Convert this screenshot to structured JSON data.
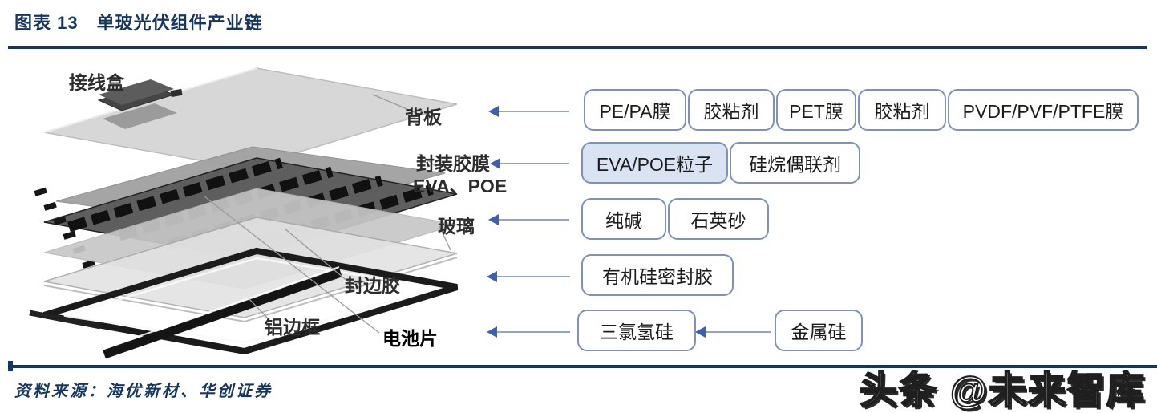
{
  "header": {
    "title": "图表 13　单玻光伏组件产业链"
  },
  "diagram": {
    "labels": {
      "junction_box": "接线盒",
      "backsheet": "背板",
      "encap_film_line1": "封装胶膜",
      "encap_film_line2": "EVA、POE",
      "glass": "玻璃",
      "edge_sealant": "封边胶",
      "aluminum_frame": "铝边框",
      "cell": "电池片"
    }
  },
  "chain": {
    "backsheet_row": [
      "PE/PA膜",
      "胶粘剂",
      "PET膜",
      "胶粘剂",
      "PVDF/PVF/PTFE膜"
    ],
    "encap_row": [
      "EVA/POE粒子",
      "硅烷偶联剂"
    ],
    "glass_row": [
      "纯碱",
      "石英砂"
    ],
    "sealant_row": [
      "有机硅密封胶"
    ],
    "cell_row": [
      "三氯氢硅",
      "金属硅"
    ]
  },
  "footer": {
    "source": "资料来源：海优新材、华创证券",
    "watermark": "头条 @未来智库"
  },
  "colors": {
    "accent_navy": "#17365d",
    "box_border": "#8091b8",
    "highlight_fill": "#dae3f3",
    "arrow_line": "#94a3c6",
    "arrow_head": "#3f5fa8"
  }
}
